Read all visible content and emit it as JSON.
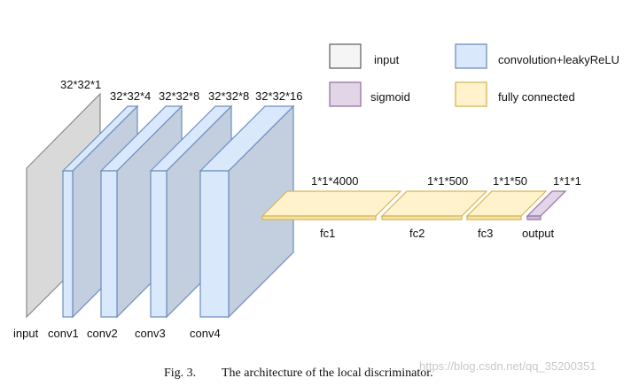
{
  "legend": {
    "input": "input",
    "conv": "convolution+leakyReLU",
    "sigmoid": "sigmoid",
    "fc": "fully connected"
  },
  "layers": {
    "input": {
      "dims": "32*32*1",
      "label": "input"
    },
    "conv1": {
      "dims": "32*32*4",
      "label": "conv1"
    },
    "conv2": {
      "dims": "32*32*8",
      "label": "conv2"
    },
    "conv3": {
      "dims": "32*32*8",
      "label": "conv3"
    },
    "conv4": {
      "dims": "32*32*16",
      "label": "conv4"
    },
    "fc1": {
      "dims": "1*1*4000",
      "label": "fc1"
    },
    "fc2": {
      "dims": "1*1*500",
      "label": "fc2"
    },
    "fc3": {
      "dims": "1*1*50",
      "label": "fc3"
    },
    "output": {
      "dims": "1*1*1",
      "label": "output"
    }
  },
  "caption": {
    "fig": "Fig. 3.",
    "text": "The architecture of the local discriminator."
  },
  "watermark": "https://blog.csdn.net/qq_35200351",
  "colors": {
    "input_fill": "#d9d9d9",
    "input_stroke": "#8a8a8a",
    "conv_face": "#dae8fc",
    "conv_side": "#c3cfdf",
    "conv_stroke": "#6c8ebf",
    "fc_fill": "#fff2cc",
    "fc_stroke": "#d6b656",
    "sig_fill": "#e1d5e7",
    "sig_stroke": "#9673a6"
  }
}
